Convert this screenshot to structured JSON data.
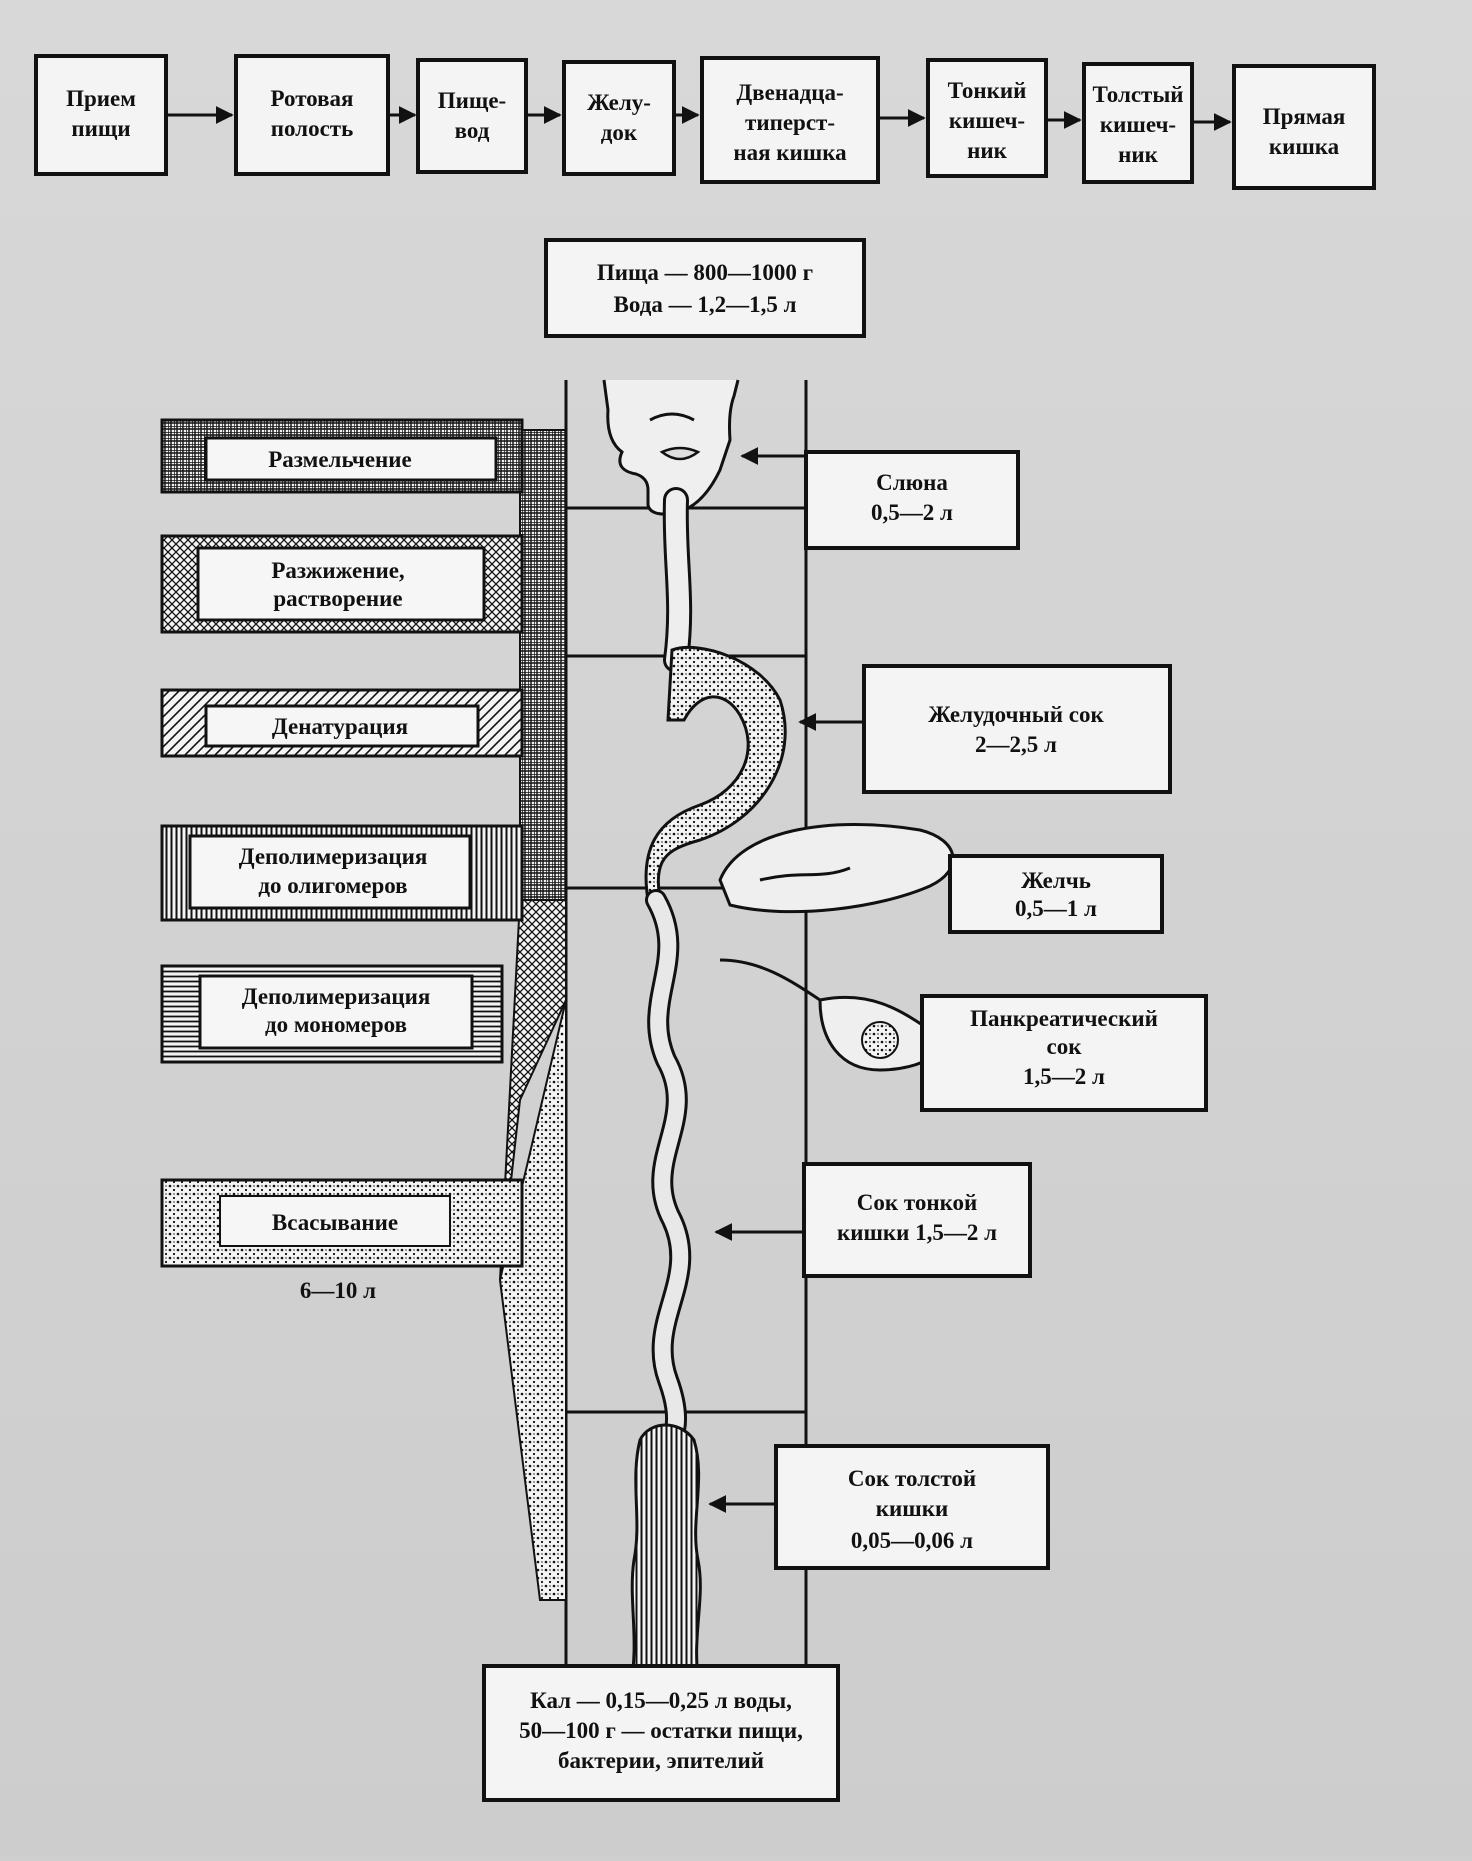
{
  "flow": {
    "steps": [
      {
        "lines": [
          "Прием",
          "пищи"
        ]
      },
      {
        "lines": [
          "Ротовая",
          "полость"
        ]
      },
      {
        "lines": [
          "Пище-",
          "вод"
        ]
      },
      {
        "lines": [
          "Желу-",
          "док"
        ]
      },
      {
        "lines": [
          "Двенадца-",
          "типерст-",
          "ная кишка"
        ]
      },
      {
        "lines": [
          "Тонкий",
          "кишеч-",
          "ник"
        ]
      },
      {
        "lines": [
          "Толстый",
          "кишеч-",
          "ник"
        ]
      },
      {
        "lines": [
          "Прямая",
          "кишка"
        ]
      }
    ]
  },
  "intake": {
    "line1": "Пища — 800—1000 г",
    "line2": "Вода — 1,2—1,5 л"
  },
  "processes": [
    {
      "lines": [
        "Размельчение"
      ]
    },
    {
      "lines": [
        "Разжижение,",
        "растворение"
      ]
    },
    {
      "lines": [
        "Денатурация"
      ]
    },
    {
      "lines": [
        "Деполимеризация",
        "до олигомеров"
      ]
    },
    {
      "lines": [
        "Деполимеризация",
        "до мономеров"
      ]
    },
    {
      "lines": [
        "Всасывание"
      ]
    }
  ],
  "absorption_volume": "6—10 л",
  "secretions": [
    {
      "lines": [
        "Слюна",
        "0,5—2 л"
      ]
    },
    {
      "lines": [
        "Желудочный сок",
        "2—2,5 л"
      ]
    },
    {
      "lines": [
        "Желчь",
        "0,5—1 л"
      ]
    },
    {
      "lines": [
        "Панкреатический",
        "сок",
        "1,5—2 л"
      ]
    },
    {
      "lines": [
        "Сок тонкой",
        "кишки 1,5—2 л"
      ]
    },
    {
      "lines": [
        "Сок толстой",
        "кишки",
        "0,05—0,06 л"
      ]
    }
  ],
  "output": {
    "line1": "Кал — 0,15—0,25 л воды,",
    "line2": "50—100 г — остатки пищи,",
    "line3": "бактерии, эпителий"
  }
}
